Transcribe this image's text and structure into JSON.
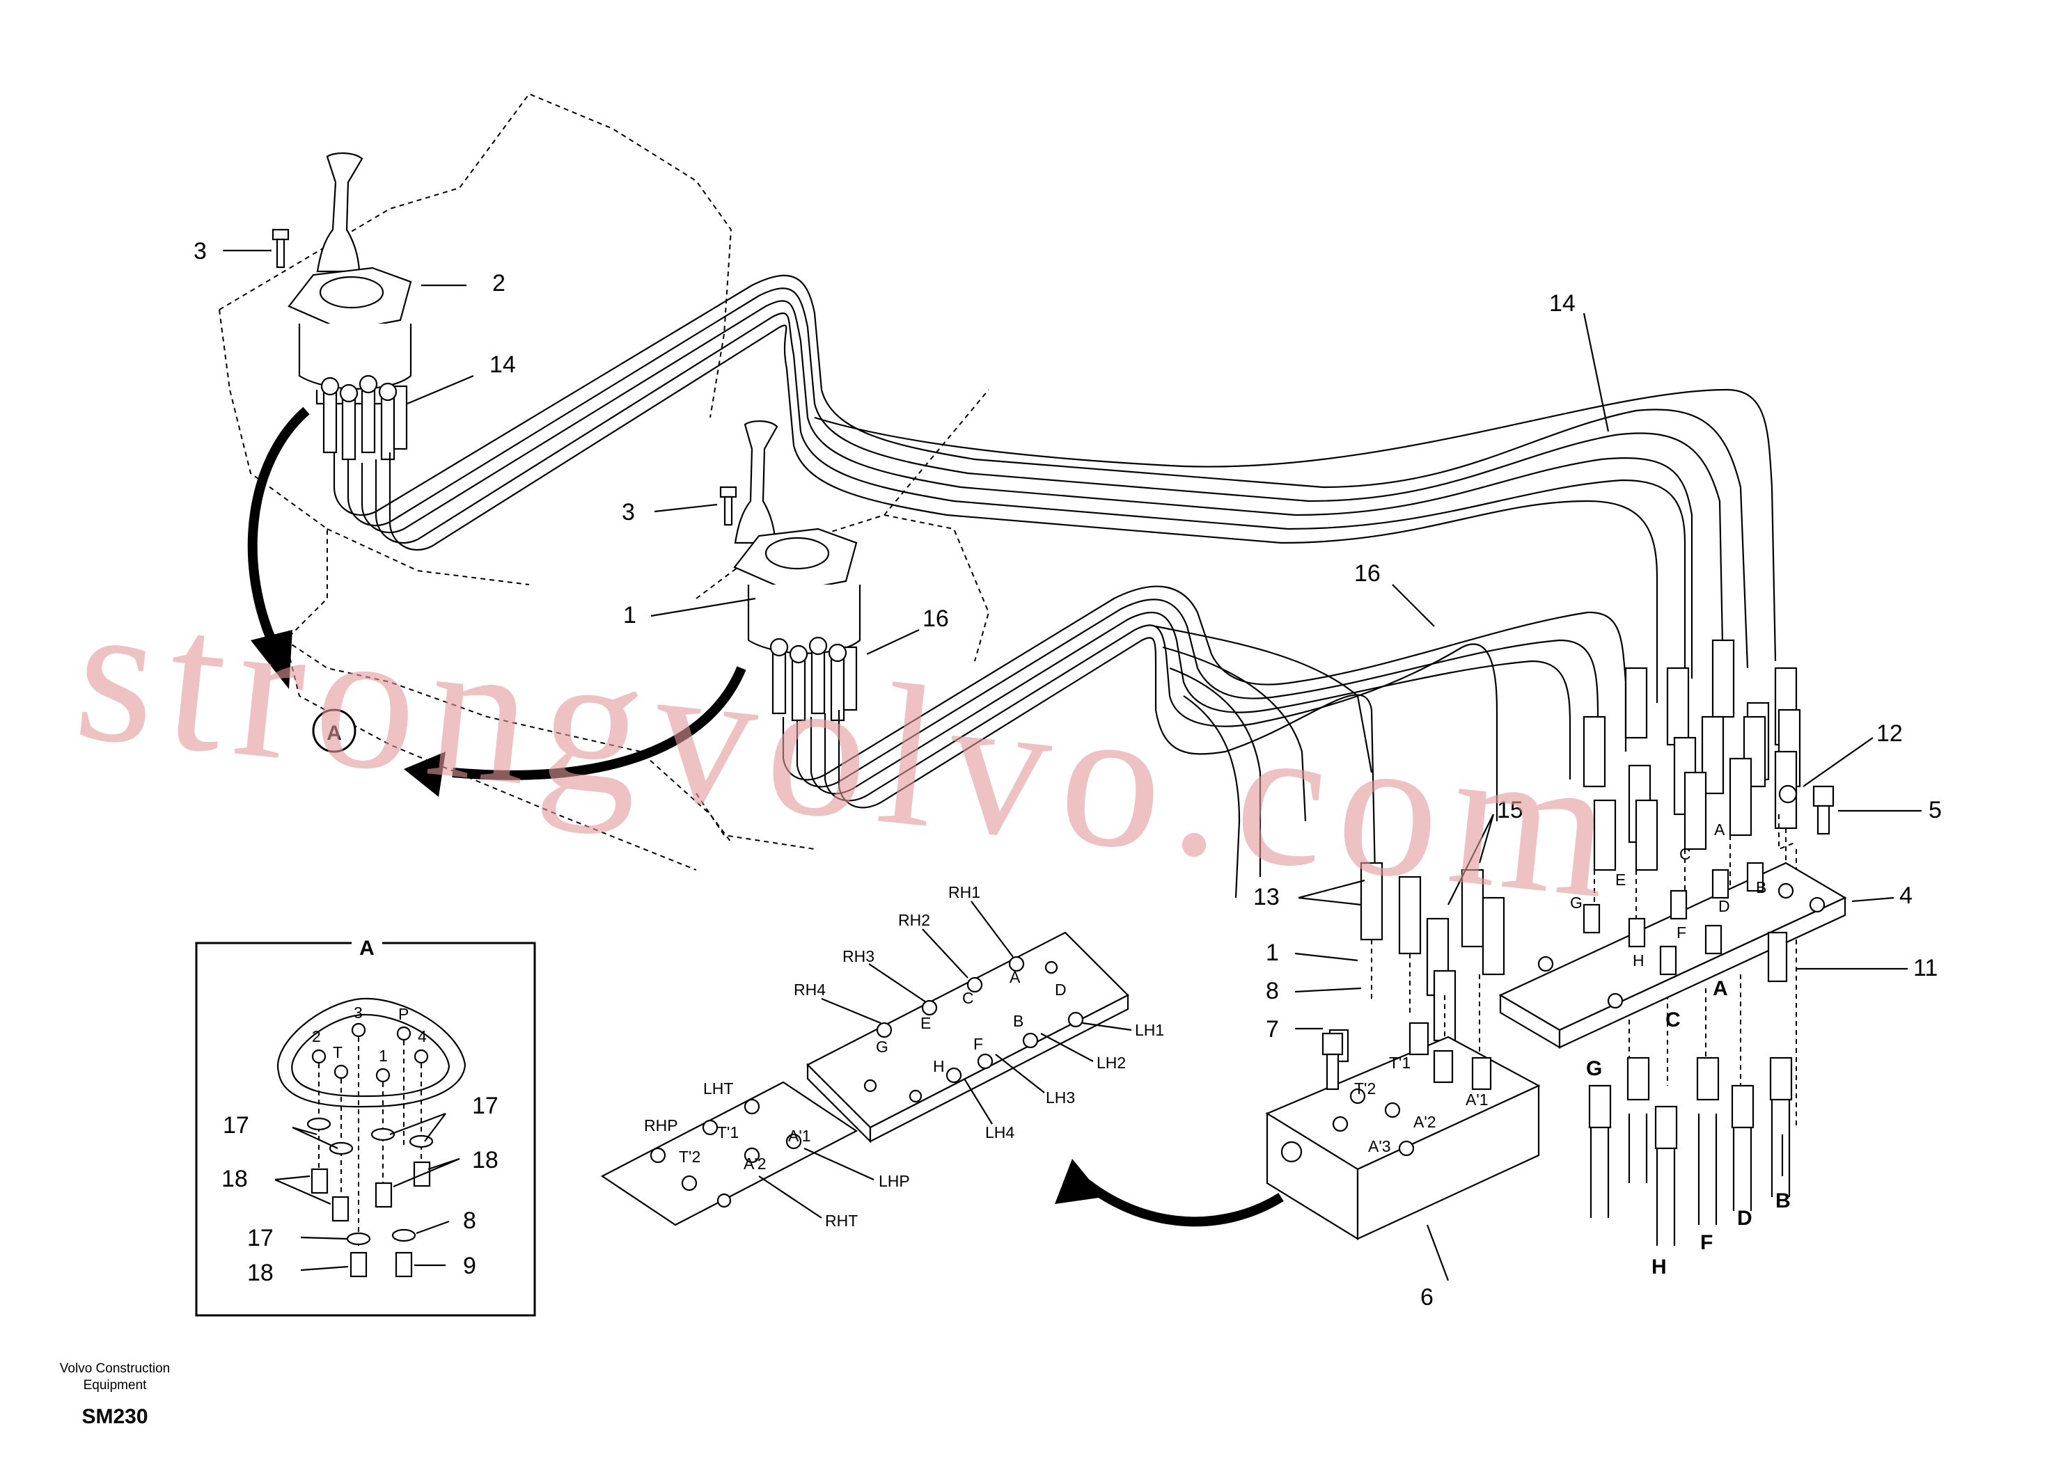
{
  "callouts": {
    "c1": "1",
    "c2": "2",
    "c3a": "3",
    "c3b": "3",
    "c4": "4",
    "c5": "5",
    "c6": "6",
    "c7": "7",
    "c8": "8",
    "c8b": "8",
    "c9": "9",
    "c11": "11",
    "c12": "12",
    "c13": "13",
    "c1b": "1",
    "c14a": "14",
    "c14b": "14",
    "c15": "15",
    "c16a": "16",
    "c16b": "16",
    "c17a": "17",
    "c17b": "17",
    "c17c": "17",
    "c18a": "18",
    "c18b": "18",
    "c18c": "18"
  },
  "detail_marker": "A",
  "detail_box": {
    "title": "A",
    "pin_labels": [
      "2",
      "3",
      "P",
      "4",
      "T",
      "1"
    ]
  },
  "pilot_plate": {
    "right_labels": [
      "RH1",
      "RH2",
      "RH3",
      "RH4",
      "A",
      "C",
      "E",
      "G",
      "D",
      "B",
      "F",
      "H",
      "LH1",
      "LH2",
      "LH3",
      "LH4"
    ]
  },
  "small_plate": {
    "labels": [
      "LHT",
      "RHP",
      "T'1",
      "T'2",
      "A'1",
      "A'2",
      "LHP",
      "RHT"
    ]
  },
  "block6": {
    "labels": [
      "T'1",
      "T'2",
      "A'1",
      "A'2",
      "A'3"
    ]
  },
  "manifold4": {
    "labels": [
      "A",
      "B",
      "C",
      "D",
      "E",
      "F",
      "G",
      "H"
    ]
  },
  "hose_ends": {
    "labels": [
      "G",
      "H",
      "C",
      "A",
      "F",
      "D",
      "B"
    ]
  },
  "footer": {
    "company_line1": "Volvo Construction",
    "company_line2": "Equipment",
    "code": "SM230"
  },
  "watermark": "strongvolvo.com"
}
